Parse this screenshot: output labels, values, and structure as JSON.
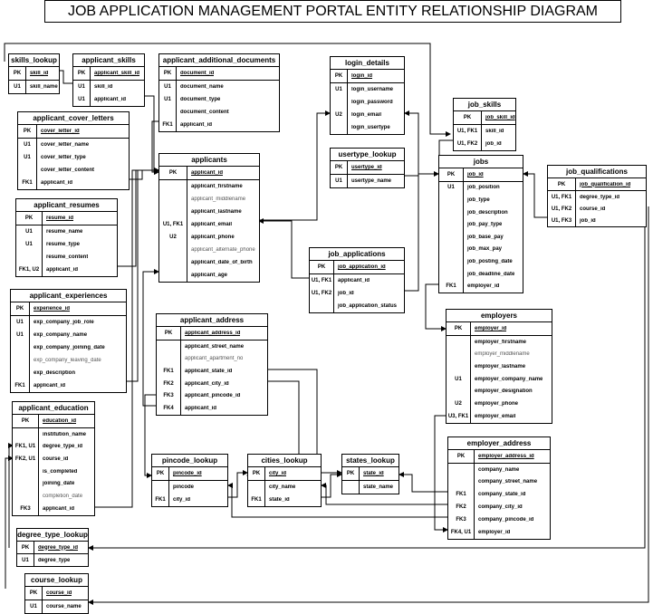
{
  "title": "JOB APPLICATION MANAGEMENT PORTAL ENTITY RELATIONSHIP DIAGRAM",
  "entities": {
    "skills_lookup": {
      "name": "skills_lookup",
      "rows": [
        {
          "k": "PK",
          "n": "skill_id"
        },
        {
          "k": "U1",
          "n": "skill_name"
        }
      ]
    },
    "applicant_skills": {
      "name": "applicant_skills",
      "rows": [
        {
          "k": "PK",
          "n": "applicant_skill_id"
        },
        {
          "k": "U1",
          "n": "skill_id"
        },
        {
          "k": "U1",
          "n": "applicant_id"
        }
      ]
    },
    "applicant_additional_documents": {
      "name": "applicant_additional_documents",
      "rows": [
        {
          "k": "PK",
          "n": "document_id"
        },
        {
          "k": "U1",
          "n": "document_name"
        },
        {
          "k": "U1",
          "n": "document_type"
        },
        {
          "k": "",
          "n": "document_content"
        },
        {
          "k": "FK1",
          "n": "applicant_id"
        }
      ]
    },
    "login_details": {
      "name": "login_details",
      "rows": [
        {
          "k": "PK",
          "n": "login_id"
        },
        {
          "k": "U1",
          "n": "login_username"
        },
        {
          "k": "",
          "n": "login_password"
        },
        {
          "k": "U2",
          "n": "login_email"
        },
        {
          "k": "",
          "n": "login_usertype"
        }
      ]
    },
    "job_skills": {
      "name": "job_skills",
      "rows": [
        {
          "k": "PK",
          "n": "job_skill_id"
        },
        {
          "k": "U1, FK1",
          "n": "skill_id"
        },
        {
          "k": "U1, FK2",
          "n": "job_id"
        }
      ]
    },
    "applicant_cover_letters": {
      "name": "applicant_cover_letters",
      "rows": [
        {
          "k": "PK",
          "n": "cover_letter_id"
        },
        {
          "k": "U1",
          "n": "cover_letter_name"
        },
        {
          "k": "U1",
          "n": "cover_letter_type"
        },
        {
          "k": "",
          "n": "cover_letter_content"
        },
        {
          "k": "FK1",
          "n": "applicant_id"
        }
      ]
    },
    "applicants": {
      "name": "applicants",
      "rows": [
        {
          "k": "PK",
          "n": "applicant_id"
        },
        {
          "k": "",
          "n": "applicant_firstname"
        },
        {
          "k": "",
          "n": "applicant_middlename",
          "opt": true
        },
        {
          "k": "",
          "n": "applicant_lastname"
        },
        {
          "k": "U1, FK1",
          "n": "applicant_email"
        },
        {
          "k": "U2",
          "n": "applicant_phone"
        },
        {
          "k": "",
          "n": "applicant_alternate_phone",
          "opt": true
        },
        {
          "k": "",
          "n": "applicant_date_of_birth"
        },
        {
          "k": "",
          "n": "applicant_age"
        }
      ]
    },
    "usertype_lookup": {
      "name": "usertype_lookup",
      "rows": [
        {
          "k": "PK",
          "n": "usertype_id"
        },
        {
          "k": "U1",
          "n": "usertype_name"
        }
      ]
    },
    "jobs": {
      "name": "jobs",
      "rows": [
        {
          "k": "PK",
          "n": "job_id"
        },
        {
          "k": "U1",
          "n": "job_position"
        },
        {
          "k": "",
          "n": "job_type"
        },
        {
          "k": "",
          "n": "job_description"
        },
        {
          "k": "",
          "n": "job_pay_type"
        },
        {
          "k": "",
          "n": "job_base_pay"
        },
        {
          "k": "",
          "n": "job_max_pay"
        },
        {
          "k": "",
          "n": "job_posting_date"
        },
        {
          "k": "",
          "n": "job_deadline_date"
        },
        {
          "k": "FK1",
          "n": "employer_id"
        }
      ]
    },
    "job_qualifications": {
      "name": "job_qualifications",
      "rows": [
        {
          "k": "PK",
          "n": "job_qualification_id"
        },
        {
          "k": "U1, FK1",
          "n": "degree_type_id"
        },
        {
          "k": "U1, FK2",
          "n": "course_id"
        },
        {
          "k": "U1, FK3",
          "n": "job_id"
        }
      ]
    },
    "applicant_resumes": {
      "name": "applicant_resumes",
      "rows": [
        {
          "k": "PK",
          "n": "resume_id"
        },
        {
          "k": "U1",
          "n": "resume_name"
        },
        {
          "k": "U1",
          "n": "resume_type"
        },
        {
          "k": "",
          "n": "resume_content"
        },
        {
          "k": "FK1, U2",
          "n": "applicant_id"
        }
      ]
    },
    "job_applications": {
      "name": "job_applications",
      "rows": [
        {
          "k": "PK",
          "n": "job_application_id"
        },
        {
          "k": "U1, FK1",
          "n": "applicant_id"
        },
        {
          "k": "U1, FK2",
          "n": "job_id"
        },
        {
          "k": "",
          "n": "job_application_status"
        }
      ]
    },
    "applicant_experiences": {
      "name": "applicant_experiences",
      "rows": [
        {
          "k": "PK",
          "n": "experience_id"
        },
        {
          "k": "U1",
          "n": "exp_company_job_role"
        },
        {
          "k": "U1",
          "n": "exp_company_name"
        },
        {
          "k": "",
          "n": "exp_company_joining_date"
        },
        {
          "k": "",
          "n": "exp_company_leaving_date",
          "opt": true
        },
        {
          "k": "",
          "n": "exp_description"
        },
        {
          "k": "FK1",
          "n": "applicant_id"
        }
      ]
    },
    "applicant_address": {
      "name": "applicant_address",
      "rows": [
        {
          "k": "PK",
          "n": "applicant_address_id"
        },
        {
          "k": "",
          "n": "applicant_street_name"
        },
        {
          "k": "",
          "n": "applicant_apartment_no",
          "opt": true
        },
        {
          "k": "FK1",
          "n": "applicant_state_id"
        },
        {
          "k": "FK2",
          "n": "applicant_city_id"
        },
        {
          "k": "FK3",
          "n": "applicant_pincode_id"
        },
        {
          "k": "FK4",
          "n": "applicant_id"
        }
      ]
    },
    "employers": {
      "name": "employers",
      "rows": [
        {
          "k": "PK",
          "n": "employer_id"
        },
        {
          "k": "",
          "n": "employer_firstname"
        },
        {
          "k": "",
          "n": "employer_middlename",
          "opt": true
        },
        {
          "k": "",
          "n": "employer_lastname"
        },
        {
          "k": "U1",
          "n": "employer_company_name"
        },
        {
          "k": "",
          "n": "employer_designation"
        },
        {
          "k": "U2",
          "n": "employer_phone"
        },
        {
          "k": "U3, FK1",
          "n": "employer_email"
        }
      ]
    },
    "applicant_education": {
      "name": "applicant_education",
      "rows": [
        {
          "k": "PK",
          "n": "education_id"
        },
        {
          "k": "",
          "n": "institution_name"
        },
        {
          "k": "FK1, U1",
          "n": "degree_type_id"
        },
        {
          "k": "FK2, U1",
          "n": "course_id"
        },
        {
          "k": "",
          "n": "is_completed"
        },
        {
          "k": "",
          "n": "joining_date"
        },
        {
          "k": "",
          "n": "completion_date",
          "opt": true
        },
        {
          "k": "FK3",
          "n": "applicant_id"
        }
      ]
    },
    "employer_address": {
      "name": "employer_address",
      "rows": [
        {
          "k": "PK",
          "n": "employer_address_id"
        },
        {
          "k": "",
          "n": "company_name"
        },
        {
          "k": "",
          "n": "company_street_name"
        },
        {
          "k": "FK1",
          "n": "company_state_id"
        },
        {
          "k": "FK2",
          "n": "company_city_id"
        },
        {
          "k": "FK3",
          "n": "company_pincode_id"
        },
        {
          "k": "FK4, U1",
          "n": "employer_id"
        }
      ]
    },
    "pincode_lookup": {
      "name": "pincode_lookup",
      "rows": [
        {
          "k": "PK",
          "n": "pincode_id"
        },
        {
          "k": "",
          "n": "pincode"
        },
        {
          "k": "FK1",
          "n": "city_id"
        }
      ]
    },
    "cities_lookup": {
      "name": "cities_lookup",
      "rows": [
        {
          "k": "PK",
          "n": "city_id"
        },
        {
          "k": "",
          "n": "city_name"
        },
        {
          "k": "FK1",
          "n": "state_id"
        }
      ]
    },
    "states_lookup": {
      "name": "states_lookup",
      "rows": [
        {
          "k": "PK",
          "n": "state_id"
        },
        {
          "k": "",
          "n": "state_name"
        }
      ]
    },
    "degree_type_lookup": {
      "name": "degree_type_lookup",
      "rows": [
        {
          "k": "PK",
          "n": "degree_type_id"
        },
        {
          "k": "U1",
          "n": "degree_type"
        }
      ]
    },
    "course_lookup": {
      "name": "course_lookup",
      "rows": [
        {
          "k": "PK",
          "n": "course_id"
        },
        {
          "k": "U1",
          "n": "course_name"
        }
      ]
    }
  }
}
